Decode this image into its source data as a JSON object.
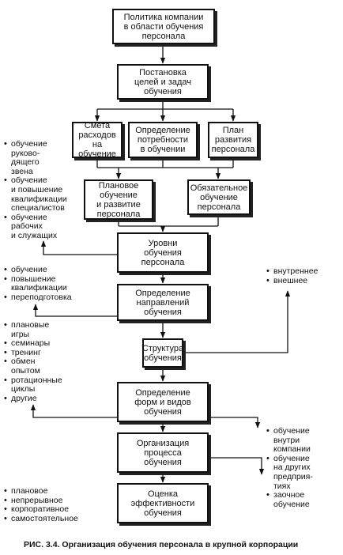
{
  "boxes": {
    "policy": "Политика компании\nв области обучения\nперсонала",
    "goals": "Постановка\nцелей и задач\nобучения",
    "budget": "Смета\nрасходов\nна обучение",
    "needs": "Определение\nпотребности\nв обучении",
    "plan": "План\nразвития\nперсонала",
    "planned_training": "Плановое\nобучение\nи развитие\nперсонала",
    "mandatory_training": "Обязательное\nобучение\nперсонала",
    "levels": "Уровни\nобучения\nперсонала",
    "directions": "Определение\nнаправлений\nобучения",
    "structure": "Структура\nобучения",
    "forms": "Определение\nформ и видов\nобучения",
    "organization": "Организация\nпроцесса\nобучения",
    "evaluation": "Оценка\nэффективности\nобучения"
  },
  "lists": {
    "personnel": [
      "обучение\nруково-\nдящего\nзвена",
      "обучение\nи повышение\nквалификации\nспециалистов",
      "обучение\nрабочих\nи служащих"
    ],
    "kinds": [
      "обучение",
      "повышение\nквалификации",
      "переподготовка"
    ],
    "place": [
      "внутреннее",
      "внешнее"
    ],
    "methods": [
      "плановые\nигры",
      "семинары",
      "тренинг",
      "обмен\nопытом",
      "ротационные\nциклы",
      "другие"
    ],
    "location": [
      "обучение\nвнутри\nкомпании",
      "обучение\nна других\nпредприя-\nтиях",
      "заочное\nобучение"
    ],
    "modes": [
      "плановое",
      "непрерывное",
      "корпоративное",
      "самостоятельное"
    ]
  },
  "caption": "РИС. 3.4. Организация обучения персонала в крупной корпорации"
}
